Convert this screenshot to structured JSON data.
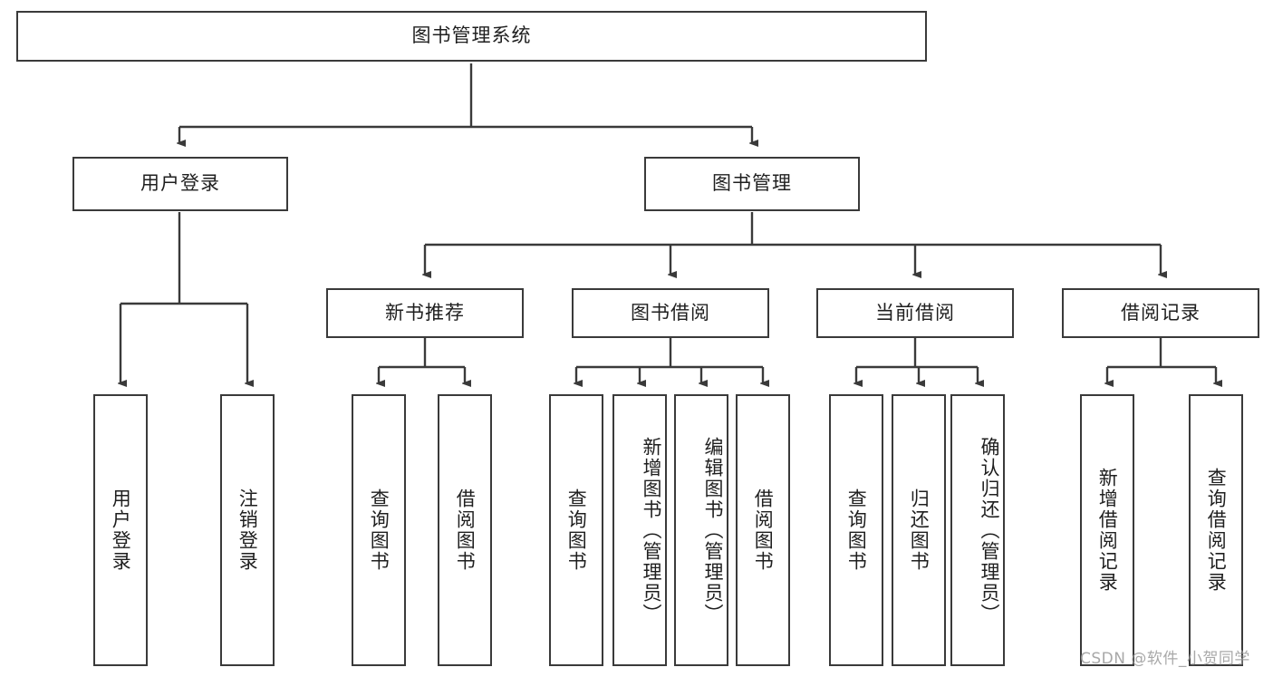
{
  "diagram": {
    "title": "图书管理系统",
    "type": "tree-hierarchy-diagram",
    "colors": {
      "box_border": "#3a3a3a",
      "box_fill": "#ffffff",
      "connector": "#3a3a3a",
      "text": "#1f1f1f",
      "watermark": "#9a9a9a",
      "background": "#ffffff"
    },
    "root": {
      "label": "图书管理系统"
    },
    "level2": [
      {
        "label": "用户登录"
      },
      {
        "label": "图书管理"
      }
    ],
    "level3": [
      {
        "label": "新书推荐"
      },
      {
        "label": "图书借阅"
      },
      {
        "label": "当前借阅"
      },
      {
        "label": "借阅记录"
      }
    ],
    "leaves": {
      "user_login": [
        {
          "label": "用户登录"
        },
        {
          "label": "注销登录"
        }
      ],
      "new_book_recommend": [
        {
          "label": "查询图书"
        },
        {
          "label": "借阅图书"
        }
      ],
      "book_borrow": [
        {
          "label": "查询图书"
        },
        {
          "label": "新增图书（管理员）"
        },
        {
          "label": "编辑图书（管理员）"
        },
        {
          "label": "借阅图书"
        }
      ],
      "current_borrow": [
        {
          "label": "查询图书"
        },
        {
          "label": "归还图书"
        },
        {
          "label": "确认归还（管理员）"
        }
      ],
      "borrow_record": [
        {
          "label": "新增借阅记录"
        },
        {
          "label": "查询借阅记录"
        }
      ]
    },
    "watermark": "CSDN @软件_小贺同学"
  }
}
